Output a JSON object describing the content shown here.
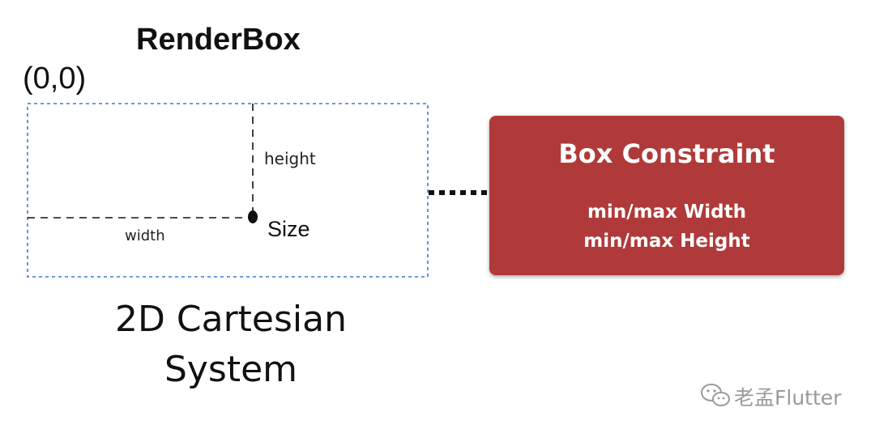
{
  "title": "RenderBox",
  "origin_label": "(0,0)",
  "height_label": "height",
  "width_label": "width",
  "size_label": "Size",
  "caption": {
    "line1": "2D Cartesian",
    "line2": "System"
  },
  "constraint": {
    "title": "Box Constraint",
    "line1": "min/max Width",
    "line2": "min/max Height"
  },
  "watermark": "老孟Flutter",
  "colors": {
    "render_box_border": "#3a78d8",
    "constraint_fill": "#b03a3a",
    "text": "#111111",
    "watermark": "#9a9a9a"
  }
}
